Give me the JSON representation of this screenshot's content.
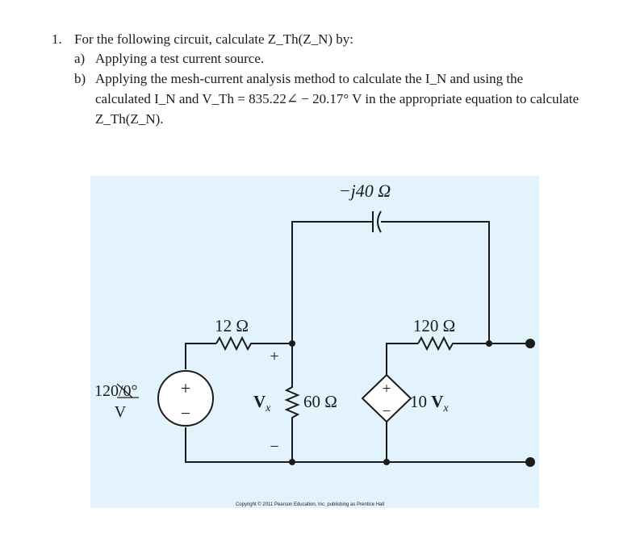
{
  "problem": {
    "number": "1.",
    "statement": "For the following circuit, calculate Z_Th(Z_N) by:",
    "part_a_label": "a)",
    "part_a_text": "Applying a test current source.",
    "part_b_label": "b)",
    "part_b_line1": "Applying the mesh-current analysis method to calculate the I_N and using the",
    "part_b_line2": "calculated I_N and V_Th = 835.22∠ − 20.17° V in the appropriate equation to calculate",
    "part_b_line3": "Z_Th(Z_N)."
  },
  "circuit": {
    "capacitor_label": "−j40 Ω",
    "r1_label": "12 Ω",
    "r_out_label": "120 Ω",
    "r_mid_label": "60 Ω",
    "source_label_top": "120/0°",
    "source_label_bottom": "V",
    "vx_label": "V",
    "vx_sub": "x",
    "dep_source_label": "10 V",
    "dep_source_sub": "x",
    "plus_sign": "+",
    "minus_sign": "−",
    "copyright": "Copyright © 2011 Pearson Education, Inc. publishing as Prentice Hall"
  }
}
